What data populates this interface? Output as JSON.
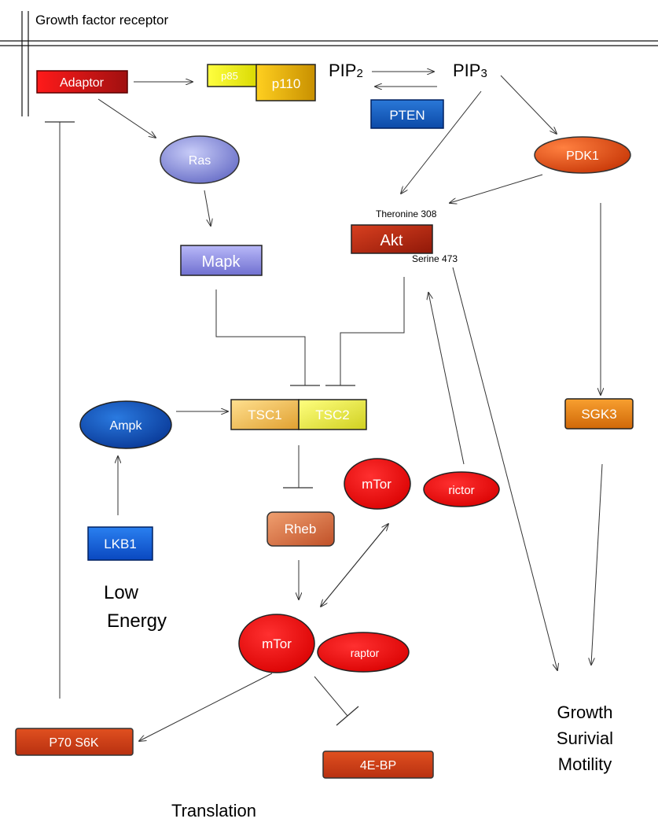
{
  "header": {
    "title": "Growth factor receptor"
  },
  "nodes": {
    "adaptor": "Adaptor",
    "p85": "p85",
    "p110": "p110",
    "pip2": "PIP",
    "pip2_sub": "2",
    "pip3": "PIP",
    "pip3_sub": "3",
    "pten": "PTEN",
    "ras": "Ras",
    "pdk1": "PDK1",
    "mapk": "Mapk",
    "akt": "Akt",
    "threonine": "Theronine 308",
    "serine": "Serine 473",
    "ampk": "Ampk",
    "tsc1": "TSC1",
    "tsc2": "TSC2",
    "sgk3": "SGK3",
    "mtor_top": "mTor",
    "rictor": "rictor",
    "rheb": "Rheb",
    "lkb1": "LKB1",
    "mtor_bottom": "mTor",
    "raptor": "raptor",
    "p70": "P70 S6K",
    "ebp": "4E-BP"
  },
  "labels": {
    "low": "Low",
    "energy": "Energy",
    "growth": "Growth",
    "survival": "Surivial",
    "motility": "Motility",
    "translation": "Translation"
  },
  "colors": {
    "red": "#e8202a",
    "orange_red": "#c8401a",
    "blue": "#1554c8",
    "lavender": "#8a8fd8",
    "yellow": "#f2e428",
    "orange": "#e07a10"
  }
}
